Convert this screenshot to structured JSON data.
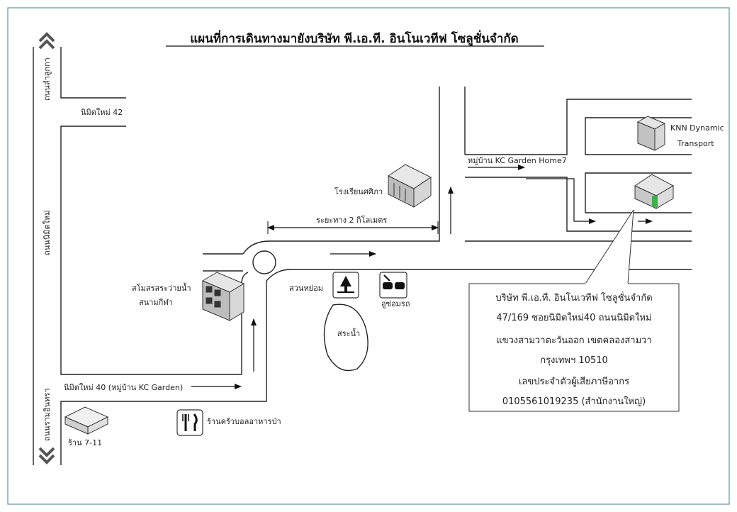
{
  "title": "แผนที่การเดินทางมายังบริษัท พี.เอ.ที. อินโนเวทีฟ โซลูชั่นจำกัด",
  "roads": {
    "lam_luk_ka": "ถนนลำลูกกา",
    "nimit_mai": "ถนนนิมิตใหม่",
    "ram_inthra": "ถนนรามอินทรา",
    "nimit_mai_42": "นิมิตใหม่ 42",
    "nimit_mai_40": "นิมิตใหม่ 40 (หมู่บ้าน KC Garden)",
    "kc_garden_home7": "หมู่บ้าน KC Garden Home7"
  },
  "distance": "ระยะทาง 2 กิโลเมตร",
  "landmarks": {
    "school": "โรงเรียนศศิภา",
    "pool_line1": "สโมสรสระว่ายน้ำ",
    "pool_line2": "สนามกีฬา",
    "park": "สวนหย่อม",
    "garage": "อู่ซ่อมรถ",
    "pond": "สระน้ำ",
    "restaurant": "ร้านครัวบอลอาหารป่า",
    "seven_eleven": "ร้าน 7-11",
    "knn_line1": "KNN Dynamic",
    "knn_line2": "Transport"
  },
  "company_info": [
    "บริษัท พี.เอ.ที. อินโนเวทีฟ โซลูชั่นจำกัด",
    "47/169 ซอยนิมิตใหม่40 ถนนนิมิตใหม่",
    "แขวงสามวาตะวันออก เขตคลองสามวา",
    "กรุงเทพฯ 10510",
    "เลขประจำตัวผู้เสียภาษีอากร",
    "0105561019235 (สำนักงานใหญ่)"
  ],
  "icons": [
    "double-chevron-up-icon",
    "double-chevron-down-icon",
    "building-icon",
    "tree-icon",
    "car-repair-icon",
    "fork-knife-icon",
    "shop-icon",
    "office-icon"
  ],
  "colors": {
    "frame": "#3b7c86",
    "line": "#222222",
    "office_green": "#3cb24a"
  }
}
